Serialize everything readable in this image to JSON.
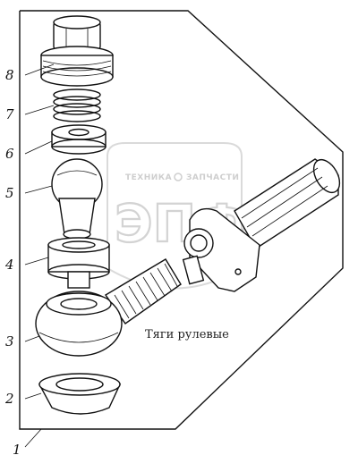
{
  "caption": "Тяги рулевые",
  "watermark": {
    "top_text": "ТЕХНИКА",
    "top_text_2": "ЗАПЧАСТИ",
    "logo_text": "ЭПФ"
  },
  "callouts": [
    {
      "id": "8",
      "label": "8"
    },
    {
      "id": "7",
      "label": "7"
    },
    {
      "id": "6",
      "label": "6"
    },
    {
      "id": "5",
      "label": "5"
    },
    {
      "id": "4",
      "label": "4"
    },
    {
      "id": "3",
      "label": "3"
    },
    {
      "id": "2",
      "label": "2"
    },
    {
      "id": "1",
      "label": "1"
    }
  ]
}
